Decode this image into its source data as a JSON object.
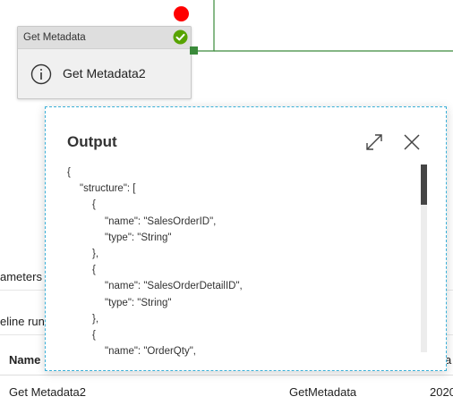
{
  "canvas": {
    "activity": {
      "type_label": "Get Metadata",
      "name": "Get Metadata2",
      "status": "succeeded"
    }
  },
  "background_table": {
    "tab_parameters": "ameters",
    "pipeline_runs": "eline run",
    "column_name": "Name",
    "column_partial": "a",
    "row": {
      "name": "Get Metadata2",
      "type": "GetMetadata",
      "date_partial": "2020"
    }
  },
  "output": {
    "title": "Output",
    "json_lines": [
      {
        "indent": 0,
        "text": "{"
      },
      {
        "indent": 1,
        "text": "\"structure\": ["
      },
      {
        "indent": 2,
        "text": "{"
      },
      {
        "indent": 3,
        "text": "\"name\": \"SalesOrderID\","
      },
      {
        "indent": 3,
        "text": "\"type\": \"String\""
      },
      {
        "indent": 2,
        "text": "},"
      },
      {
        "indent": 2,
        "text": "{"
      },
      {
        "indent": 3,
        "text": "\"name\": \"SalesOrderDetailID\","
      },
      {
        "indent": 3,
        "text": "\"type\": \"String\""
      },
      {
        "indent": 2,
        "text": "},"
      },
      {
        "indent": 2,
        "text": "{"
      },
      {
        "indent": 3,
        "text": "\"name\": \"OrderQty\","
      }
    ],
    "scroll_position": 0
  },
  "colors": {
    "accent_dashed_border": "#3ab0d8",
    "success_green": "#57a300",
    "connector_green": "#3a8a3a",
    "breakpoint_red": "#ff0000"
  },
  "icons": [
    "check-circle-icon",
    "info-icon",
    "expand-icon",
    "close-icon"
  ]
}
